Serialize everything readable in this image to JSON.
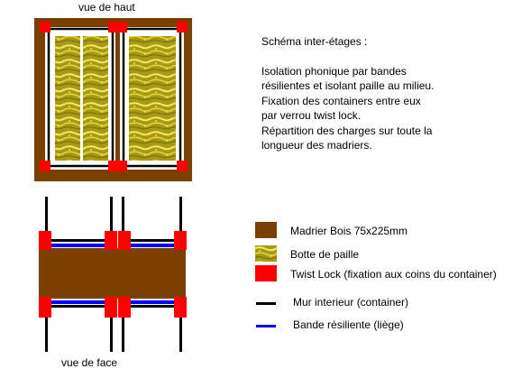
{
  "top_view_label": "vue de haut",
  "front_view_label": "vue de face",
  "description": {
    "title": "Schéma inter-étages :",
    "lines": [
      "Isolation phonique par bandes",
      "résilientes et isolant paille au milieu.",
      "Fixation des containers entre eux",
      "par verrou twist lock.",
      "Répartition des charges sur toute la",
      "longueur des madriers."
    ]
  },
  "legend": {
    "wood": "Madrier Bois 75x225mm",
    "straw": "Botte de paille",
    "twistlock": "Twist Lock (fixation aux coins du container)",
    "wall": "Mur interieur (container)",
    "band": "Bande résiliente (liège)"
  },
  "colors": {
    "wood": "#7b3f00",
    "straw": "#c9b400",
    "twistlock": "#ff0000",
    "wall": "#000000",
    "band": "#0000ff"
  }
}
